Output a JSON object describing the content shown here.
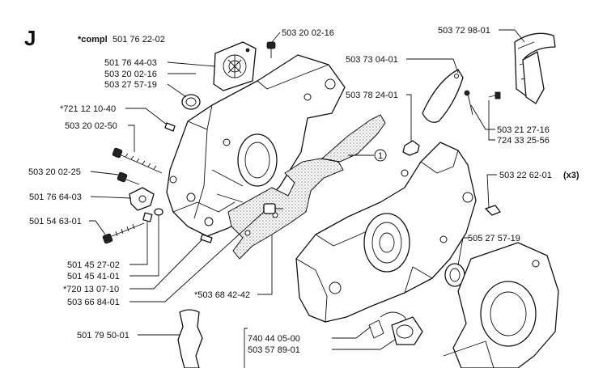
{
  "section_letter": "J",
  "compl_prefix": "*compl",
  "compl_number": "501 76 22-02",
  "callout_number": "1",
  "labels": {
    "p_503_20_02_16_top": "503 20 02-16",
    "p_503_72_98_01": "503 72 98-01",
    "p_501_76_44_03": "501 76 44-03",
    "p_503_20_02_16_mid": "503 20 02-16",
    "p_503_27_57_19": "503 27 57-19",
    "p_503_73_04_01": "503 73 04-01",
    "p_503_78_24_01": "503 78 24-01",
    "p_721_12_10_40": "*721 12 10-40",
    "p_503_20_02_50": "503 20 02-50",
    "p_503_21_27_16": "503 21 27-16",
    "p_724_33_25_56": "724 33 25-56",
    "p_503_20_02_25": "503 20 02-25",
    "p_503_22_62_01": "503 22 62-01",
    "p_503_22_62_01_qty": "(x3)",
    "p_501_76_64_03": "501 76 64-03",
    "p_501_54_63_01": "501 54 63-01",
    "p_505_27_57_19": "505 27 57-19",
    "p_501_45_27_02": "501 45 27-02",
    "p_501_45_41_01": "501 45 41-01",
    "p_720_13_07_10": "*720 13 07-10",
    "p_503_68_42_42": "*503 68 42-42",
    "p_503_66_84_01": "503 66 84-01",
    "p_501_79_50_01": "501 79 50-01",
    "p_740_44_05_00": "740 44 05-00",
    "p_503_57_89_01": "503 57 89-01"
  }
}
